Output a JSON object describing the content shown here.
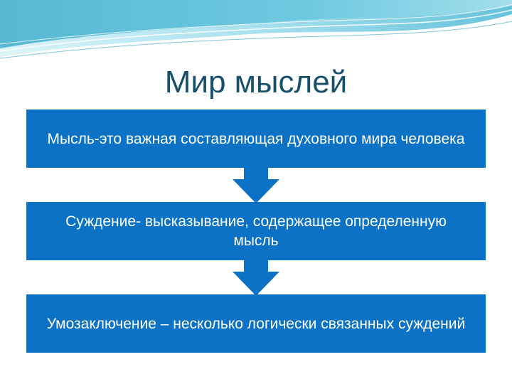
{
  "title": "Мир мыслей",
  "steps": [
    {
      "text": "Мысль-это важная составляющая духовного мира человека"
    },
    {
      "text": "Суждение- высказывание, содержащее определенную мысль"
    },
    {
      "text": "Умозаключение – несколько логически связанных суждений"
    }
  ],
  "colors": {
    "box": "#0b72c6",
    "arrow": "#0b72c6",
    "title": "#17506a",
    "wave_light": "#bfe8f2",
    "wave_mid": "#7ccfe3",
    "wave_dark": "#1d8fb5"
  }
}
